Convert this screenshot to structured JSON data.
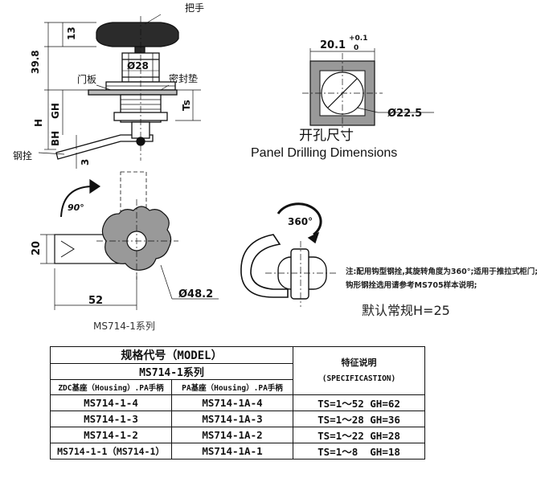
{
  "labels": {
    "handle": "把手",
    "door_panel": "门板",
    "seal": "密封垫",
    "cam": "钢拴",
    "dim_13": "13",
    "dim_39_8": "39.8",
    "dim_d28": "Ø28",
    "dim_h": "H",
    "dim_gh": "GH",
    "dim_bh": "BH",
    "dim_ts": "Ts",
    "dim_3": "3",
    "dim_20_1": "20.1",
    "tol_plus": "+0.1",
    "tol_zero": "0",
    "dim_d22_5": "Ø22.5",
    "dim_90": "90°",
    "dim_20": "20",
    "dim_52": "52",
    "dim_d48_2": "Ø48.2",
    "dim_360": "360°"
  },
  "drilling": {
    "title_cn": "开孔尺寸",
    "title_en": "Panel Drilling Dimensions"
  },
  "series_caption": "MS714-1系列",
  "note": "注:配用钩型钢拴,其旋转角度为360°;适用于推拉式柜门;钩形钢拴选用请参考MS705样本说明;",
  "default_text": "默认常规H=25",
  "table": {
    "model_header": "规格代号（MODEL）",
    "series_header": "MS714-1系列",
    "col_zdc": "ZDC基座（Housing）.PA手柄",
    "col_pa": "PA基座（Housing）.PA手柄",
    "spec_header_cn": "特征说明",
    "spec_header_en": "(SPECIFICASTION)",
    "rows": [
      {
        "zdc": "MS714-1-4",
        "pa": "MS714-1A-4",
        "spec": "TS=1～52 GH=62"
      },
      {
        "zdc": "MS714-1-3",
        "pa": "MS714-1A-3",
        "spec": "TS=1～28 GH=36"
      },
      {
        "zdc": "MS714-1-2",
        "pa": "MS714-1A-2",
        "spec": "TS=1～22 GH=28"
      },
      {
        "zdc": "MS714-1-1（MS714-1）",
        "pa": "MS714-1A-1",
        "spec": "TS=1～8  GH=18"
      }
    ]
  }
}
